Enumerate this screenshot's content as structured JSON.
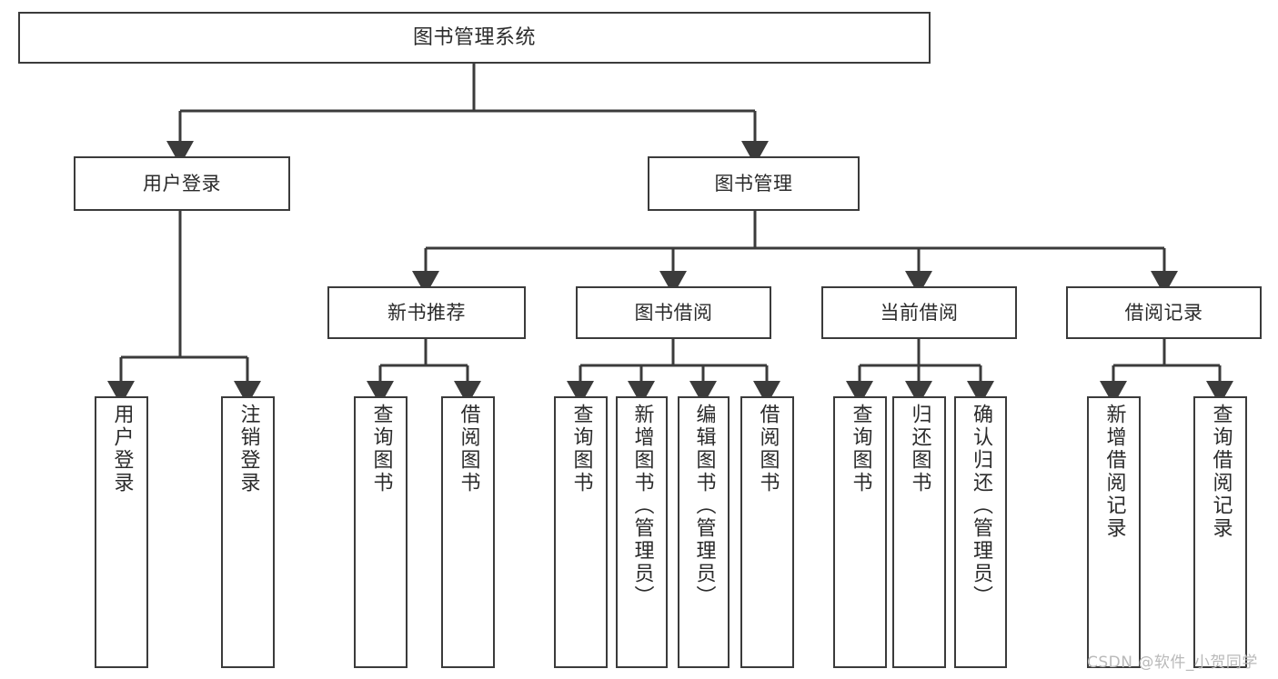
{
  "diagram": {
    "title": "图书管理系统",
    "type": "functional-structure-tree",
    "root": {
      "label": "图书管理系统"
    },
    "level1": [
      {
        "label": "用户登录"
      },
      {
        "label": "图书管理"
      }
    ],
    "level2": [
      {
        "label": "新书推荐"
      },
      {
        "label": "图书借阅"
      },
      {
        "label": "当前借阅"
      },
      {
        "label": "借阅记录"
      }
    ],
    "leaves": {
      "user_login": [
        {
          "label": "用户登录"
        },
        {
          "label": "注销登录"
        }
      ],
      "new_book_recommend": [
        {
          "label": "查询图书"
        },
        {
          "label": "借阅图书"
        }
      ],
      "book_borrow": [
        {
          "label": "查询图书"
        },
        {
          "label": "新增图书（管理员）"
        },
        {
          "label": "编辑图书（管理员）"
        },
        {
          "label": "借阅图书"
        }
      ],
      "current_borrow": [
        {
          "label": "查询图书"
        },
        {
          "label": "归还图书"
        },
        {
          "label": "确认归还（管理员）"
        }
      ],
      "borrow_record": [
        {
          "label": "新增借阅记录"
        },
        {
          "label": "查询借阅记录"
        }
      ]
    }
  },
  "watermark": {
    "text": "CSDN @软件_小贺同学"
  },
  "colors": {
    "stroke": "#3b3b3b",
    "background": "#ffffff",
    "text": "#2b2b2b",
    "watermark": "#b9b9b9"
  }
}
